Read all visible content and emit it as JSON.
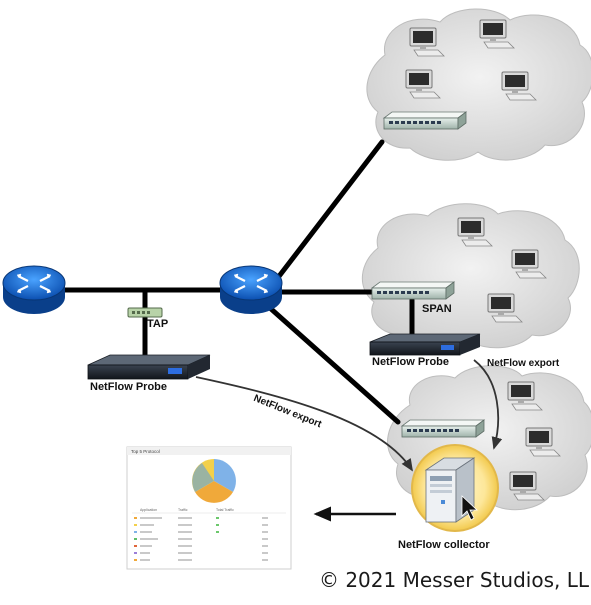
{
  "labels": {
    "tap": "TAP",
    "span": "SPAN",
    "probe_left": "NetFlow Probe",
    "probe_right": "NetFlow Probe",
    "export_left": "NetFlow export",
    "export_right": "NetFlow export",
    "collector": "NetFlow collector"
  },
  "copyright": "© 2021 Messer Studios, LL",
  "report": {
    "title": "Top 5 Protocol",
    "columns": [
      "Application",
      "Traffic",
      "Total Traffic"
    ]
  },
  "icons": [
    "router-icon",
    "switch-icon",
    "computer-icon",
    "server-icon",
    "cloud-icon",
    "pie-chart-icon",
    "tap-icon",
    "probe-icon"
  ]
}
